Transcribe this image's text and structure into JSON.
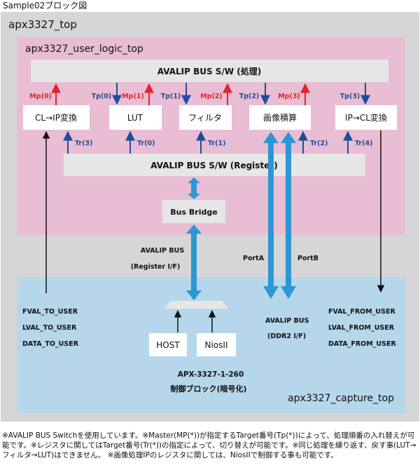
{
  "title": "Sample02ブロック図",
  "outer_label": "apx3327_top",
  "user_logic": {
    "label": "apx3327_user_logic_top",
    "bus_top": "AVALIP BUS S/W (処理)",
    "bus_register": "AVALIP BUS S/W (Register)",
    "bus_bridge": "Bus Bridge",
    "blocks": [
      "CL→IP変換",
      "LUT",
      "フィルタ",
      "画像積算",
      "IP→CL変換"
    ],
    "mp_labels": [
      "Mp(0)",
      "Mp(1)",
      "Mp(2)",
      "Mp(3)"
    ],
    "tp_labels": [
      "Tp(0)",
      "Tp(1)",
      "Tp(2)",
      "Tp(3)"
    ],
    "tr_labels": [
      "Tr(3)",
      "Tr(0)",
      "Tr(1)",
      "Tr(2)",
      "Tr(4)"
    ]
  },
  "bus_labels": {
    "register_if_line1": "AVALIP BUS",
    "register_if_line2": "(Register I/F)",
    "porta": "PortA",
    "portb": "PortB",
    "ddr2_line1": "AVALIP BUS",
    "ddr2_line2": "(DDR2 I/F)"
  },
  "capture": {
    "label": "apx3327_capture_top",
    "left_signals": [
      "FVAL_TO_USER",
      "LVAL_TO_USER",
      "DATA_TO_USER"
    ],
    "right_signals": [
      "FVAL_FROM_USER",
      "LVAL_FROM_USER",
      "DATA_FROM_USER"
    ],
    "host": "HOST",
    "niosii": "NiosII",
    "device_name": "APX-3327-1-260",
    "device_desc": "制御ブロック(暗号化)"
  },
  "colors": {
    "pink": "#e9bdd3",
    "blue": "#b6d6eb",
    "gray": "#e6e6e6",
    "frame": "#d6d6d6",
    "mp": "#e6232b",
    "tp": "#1d4e9a",
    "wide_arrow": "#2b97d3"
  },
  "footnote": "※AVALIP BUS Switchを使用しています。※Master(MP(*))が指定するTarget番号(Tp(*))によって、処理順番の入れ替えが可能です。※レジスタに関してはTarget番号(Tr(*))の指定によって、切り替えが可能です。※同じ処理を繰り返す、戻す事(LUT→フィルタ→LUT)はできません。 ※画像処理IPのレジスタに関しては、NiosIIで制御する事も可能です。"
}
